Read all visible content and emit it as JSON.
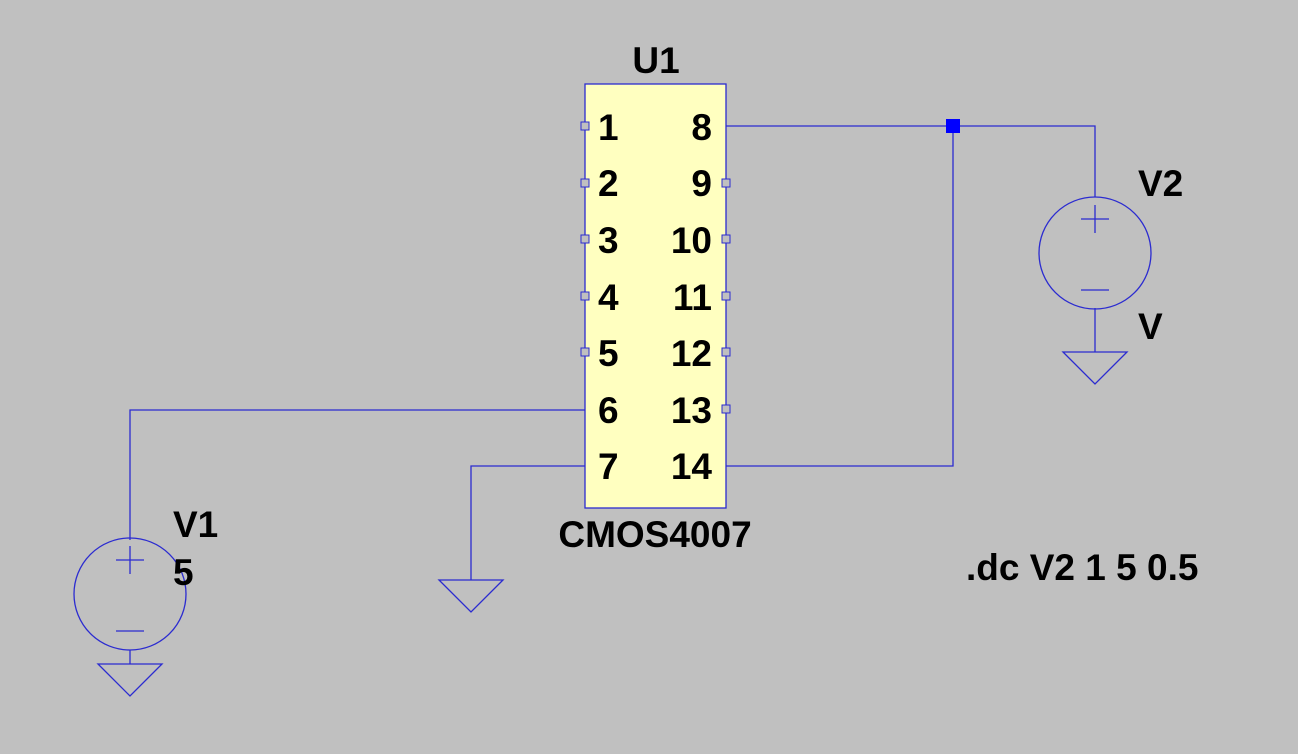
{
  "colors": {
    "background": "#c0c0c0",
    "wire": "#2b2bd0",
    "component_body": "#ffffc0",
    "junction": "#0000ff",
    "text": "#000000"
  },
  "components": {
    "u1": {
      "designator": "U1",
      "value": "CMOS4007",
      "pins_left": [
        "1",
        "2",
        "3",
        "4",
        "5",
        "6",
        "7"
      ],
      "pins_right": [
        "8",
        "9",
        "10",
        "11",
        "12",
        "13",
        "14"
      ]
    },
    "v1": {
      "designator": "V1",
      "value": "5"
    },
    "v2": {
      "designator": "V2",
      "value": "V"
    }
  },
  "directive": ".dc V2 1 5 0.5"
}
